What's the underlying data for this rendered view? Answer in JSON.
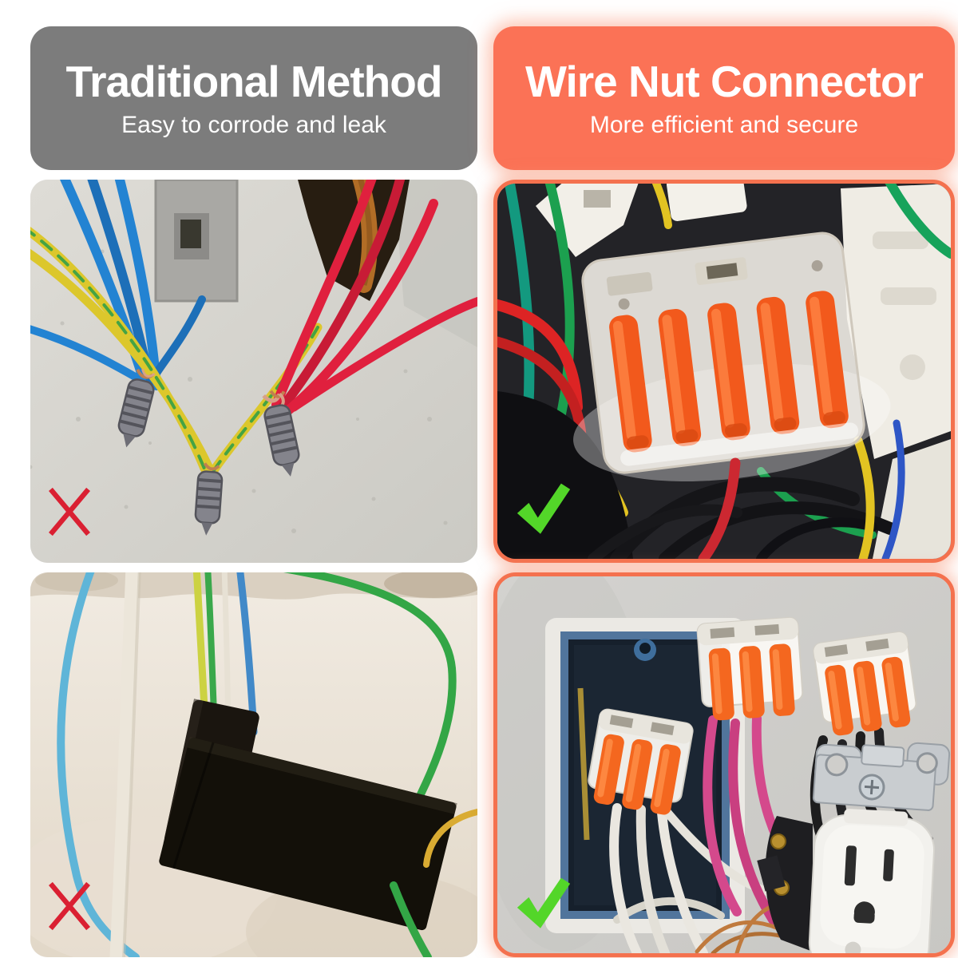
{
  "headers": {
    "left": {
      "title": "Traditional Method",
      "subtitle": "Easy to corrode and leak"
    },
    "right": {
      "title": "Wire Nut Connector",
      "subtitle": "More efficient and secure"
    }
  },
  "colors": {
    "page_bg": "#ffffff",
    "header_left_bg": "#7c7c7c",
    "header_right_bg": "#fb7256",
    "panel_border": "#f4714e",
    "x_mark": "#da2032",
    "check_mark": "#53d629"
  }
}
